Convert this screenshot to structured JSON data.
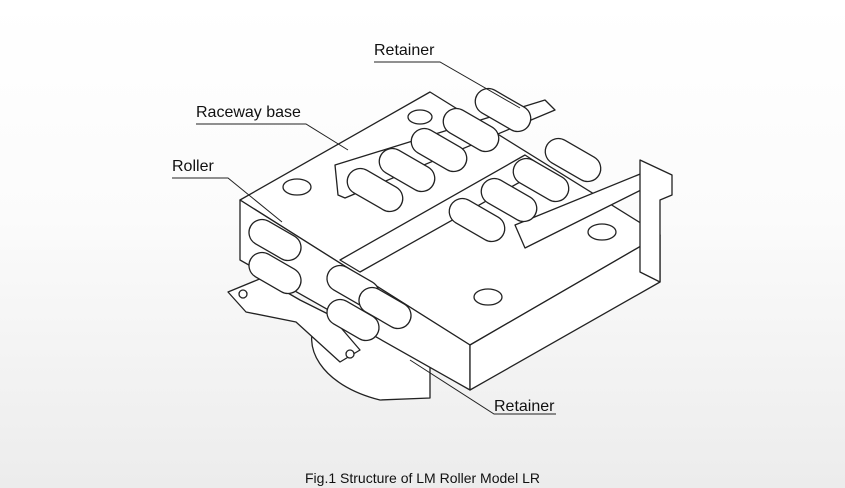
{
  "labels": {
    "retainer_top": "Retainer",
    "raceway_base": "Raceway base",
    "roller": "Roller",
    "retainer_bottom": "Retainer"
  },
  "caption": "Fig.1 Structure of LM Roller Model LR",
  "colors": {
    "stroke": "#222222",
    "fill": "#ffffff",
    "background_bottom": "#ececec"
  }
}
